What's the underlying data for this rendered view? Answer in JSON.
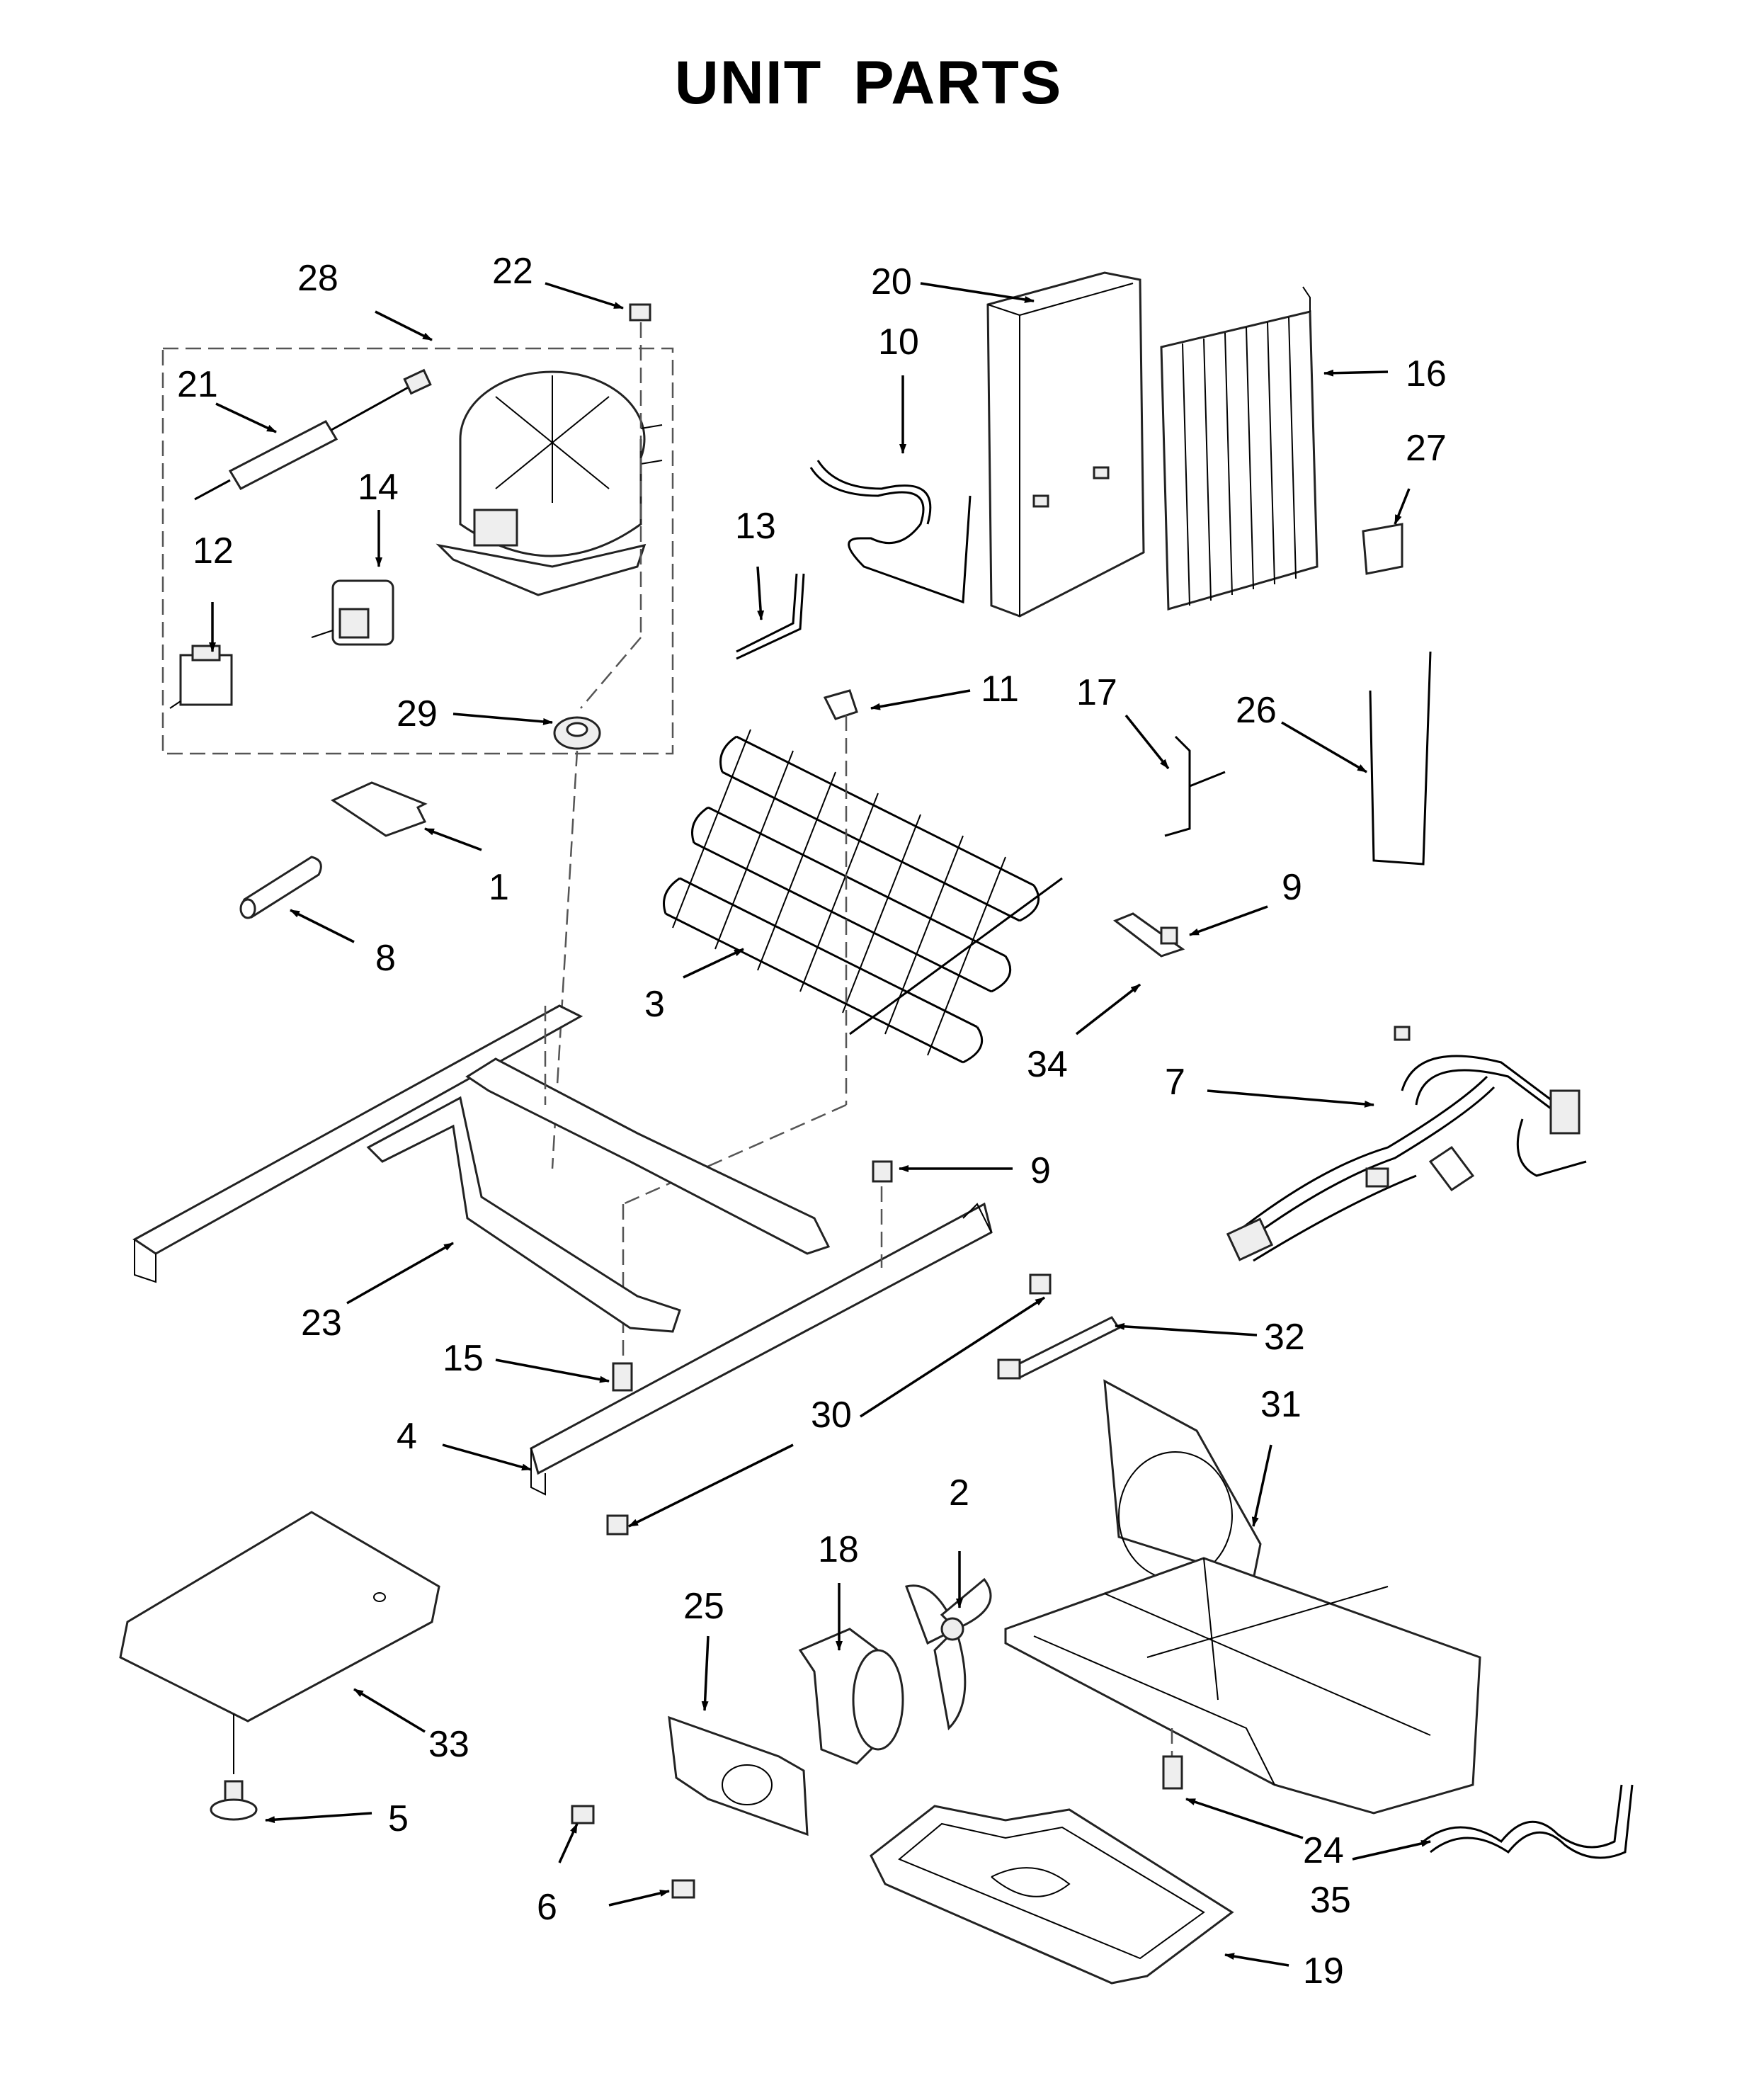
{
  "title": "UNIT PARTS",
  "callouts": {
    "c1": "1",
    "c2": "2",
    "c3": "3",
    "c4": "4",
    "c5": "5",
    "c6": "6",
    "c7": "7",
    "c8": "8",
    "c9a": "9",
    "c9b": "9",
    "c10": "10",
    "c11": "11",
    "c12": "12",
    "c13": "13",
    "c14": "14",
    "c15": "15",
    "c16": "16",
    "c17": "17",
    "c18": "18",
    "c19": "19",
    "c20": "20",
    "c21": "21",
    "c22": "22",
    "c23": "23",
    "c24": "24",
    "c25": "25",
    "c26": "26",
    "c27": "27",
    "c28": "28",
    "c29": "29",
    "c30": "30",
    "c31": "31",
    "c32": "32",
    "c33": "33",
    "c34": "34",
    "c35": "35"
  },
  "icons": [
    "compressor-icon",
    "condenser-icon",
    "fan-motor-icon",
    "fan-blade-icon",
    "drain-pan-icon",
    "wire-harness-icon"
  ]
}
